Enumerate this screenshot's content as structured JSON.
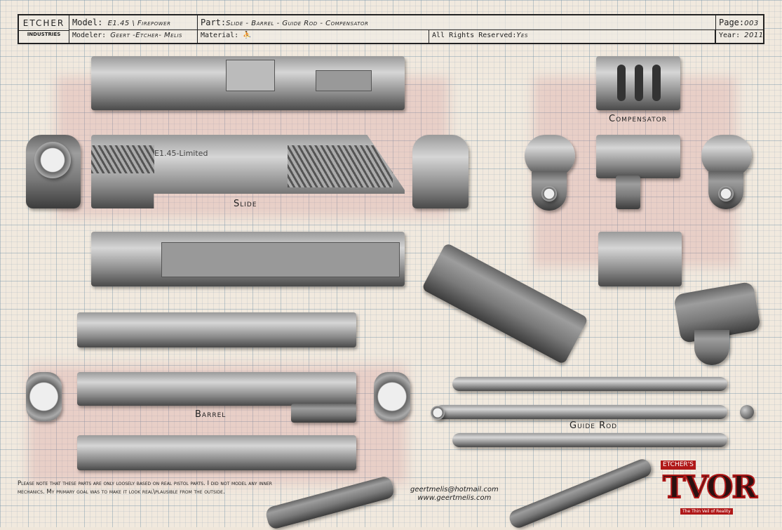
{
  "header": {
    "company": "ETCHER",
    "company_sub": "INDUSTRIES",
    "model_label": "Model:",
    "model_value": "E1.45 \\ Firepower",
    "modeler_label": "Modeler:",
    "modeler_value": "Geert -Etcher- Melis",
    "part_label": "Part:",
    "part_value": "Slide - Barrel - Guide Rod - Compensator",
    "material_label": "Material:",
    "material_icon": "zbrush-figure-icon",
    "rights_label": "All Rights Reserved:",
    "rights_value": "Yes",
    "page_label": "Page:",
    "page_value": "003",
    "year_label": "Year:",
    "year_value": "2011"
  },
  "labels": {
    "compensator": "Compensator",
    "slide": "Slide",
    "barrel": "Barrel",
    "guide_rod": "Guide Rod",
    "slide_engraving": "E1.45-Limited"
  },
  "note": "Please note that these parts are only loosely based on real pistol parts. I did not model any inner mechanics. My primary goal was to make it look real\\plausible from the outside.",
  "contact": {
    "email": "geertmelis@hotmail.com",
    "website": "www.geertmelis.com"
  },
  "logo": {
    "top": "ETCHER'S",
    "main": "TVOR",
    "tagline": "The Thin Veil of Reality",
    "colors": {
      "red": "#b01818",
      "dark": "#2a1010"
    }
  }
}
